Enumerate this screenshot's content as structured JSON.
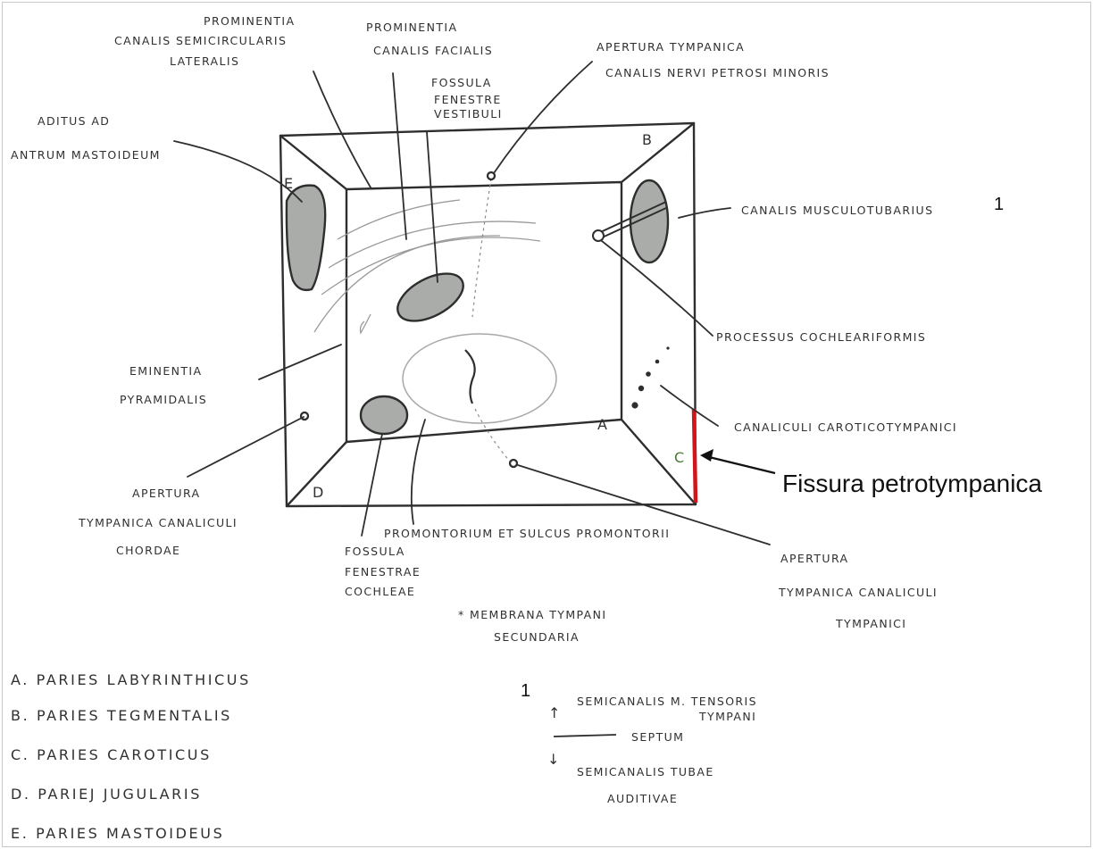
{
  "colors": {
    "ink": "#2b2b2b",
    "shading": "#a9aca9",
    "fissure": "#d0161a",
    "arrow": "#111111"
  },
  "wall_letters": {
    "a": "A",
    "b": "B",
    "c": "C",
    "d": "D",
    "e": "E"
  },
  "labels": {
    "prom_canalis_semicircularis_lateralis": [
      "PROMINENTIA",
      "CANALIS SEMICIRCULARIS",
      "LATERALIS"
    ],
    "prom_canalis_facialis": [
      "PROMINENTIA",
      "CANALIS FACIALIS"
    ],
    "fossula_fenestre_vestibuli": [
      "FOSSULA",
      "FENESTRE",
      "VESTIBULI"
    ],
    "apertura_canalis_nervi_petrosi_minoris": [
      "APERTURA TYMPANICA",
      "CANALIS NERVI PETROSI MINORIS"
    ],
    "aditus_ad_antrum": [
      "ADITUS AD",
      "ANTRUM MASTOIDEUM"
    ],
    "canalis_musculotubarius": "CANALIS MUSCULOTUBARIUS",
    "canalis_musculotubarius_sup": "1",
    "processus_cochleariformis": "PROCESSUS COCHLEARIFORMIS",
    "eminentia_pyramidalis": [
      "EMINENTIA",
      "PYRAMIDALIS"
    ],
    "canaliculi_caroticotympanici": "CANALICULI CAROTICOTYMPANICI",
    "fissura_petrotympanica": "Fissura petrotympanica",
    "apertura_canaliculi_chordae": [
      "APERTURA",
      "TYMPANICA CANALICULI",
      "CHORDAE"
    ],
    "promontorium": "PROMONTORIUM ET SULCUS PROMONTORII",
    "apertura_canaliculi_tympanici": [
      "APERTURA",
      "TYMPANICA CANALICULI",
      "TYMPANICI"
    ],
    "fossula_fenestrae_cochleae": [
      "FOSSULA",
      "FENESTRAE",
      "COCHLEAE"
    ],
    "membrana_tympani_secundaria": [
      "* MEMBRANA TYMPANI",
      "SECUNDARIA"
    ]
  },
  "legend": [
    "A. PARIES LABYRINTHICUS",
    "B. PARIES TEGMENTALIS",
    "C. PARIES CAROTICUS",
    "D. PARIEJ JUGULARIS",
    "E. PARIES MASTOIDEUS"
  ],
  "footnote": {
    "marker": "1",
    "up_arrow": "↑",
    "semicanalis_top": [
      "SEMICANALIS M. TENSORIS",
      "TYMPANI"
    ],
    "septum": "SEPTUM",
    "down_arrow": "↓",
    "semicanalis_bottom": [
      "SEMICANALIS TUBAE",
      "AUDITIVAE"
    ]
  }
}
